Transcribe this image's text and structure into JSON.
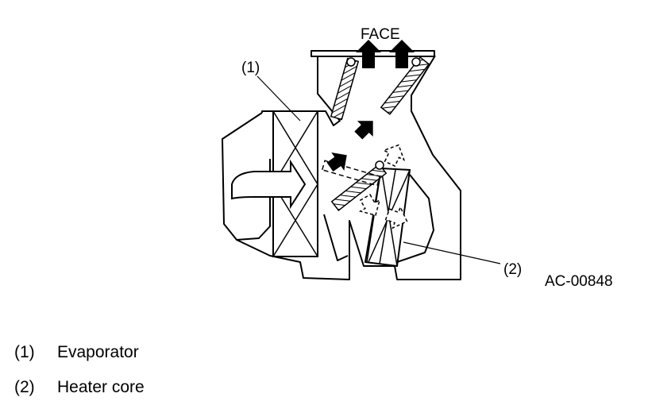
{
  "diagram": {
    "face_label": "FACE",
    "callout_1": "(1)",
    "callout_2": "(2)",
    "figure_code": "AC-00848"
  },
  "legend": [
    {
      "num": "(1)",
      "text": "Evaporator"
    },
    {
      "num": "(2)",
      "text": "Heater core"
    }
  ]
}
